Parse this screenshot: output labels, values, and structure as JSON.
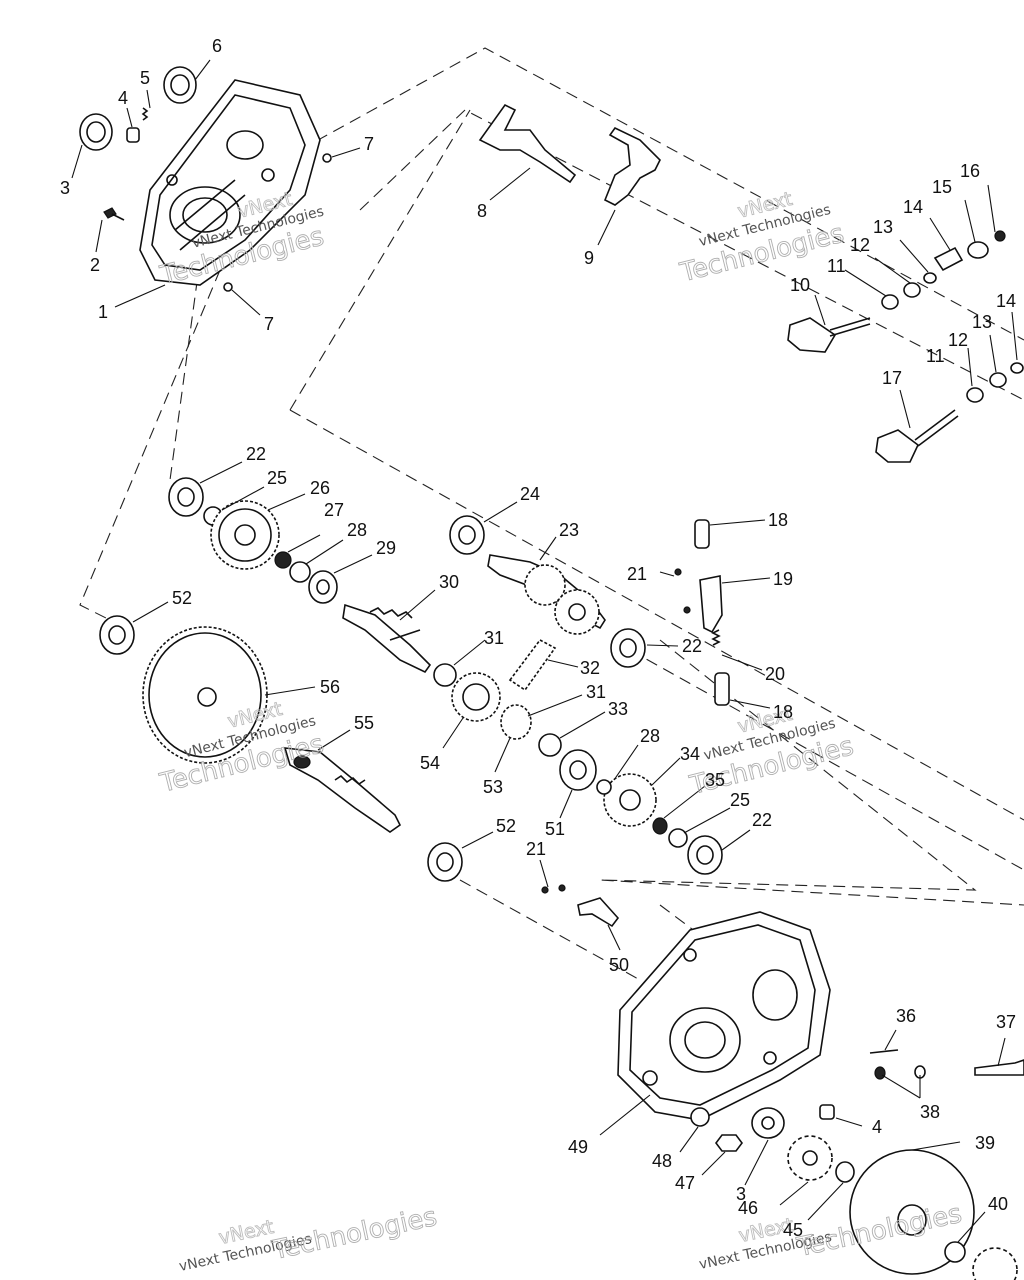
{
  "diagram": {
    "labels": [
      {
        "id": "l6",
        "text": "6"
      },
      {
        "id": "l5",
        "text": "5"
      },
      {
        "id": "l4a",
        "text": "4"
      },
      {
        "id": "l3a",
        "text": "3"
      },
      {
        "id": "l7a",
        "text": "7"
      },
      {
        "id": "l2",
        "text": "2"
      },
      {
        "id": "l1",
        "text": "1"
      },
      {
        "id": "l7b",
        "text": "7"
      },
      {
        "id": "l8",
        "text": "8"
      },
      {
        "id": "l9",
        "text": "9"
      },
      {
        "id": "l16",
        "text": "16"
      },
      {
        "id": "l15",
        "text": "15"
      },
      {
        "id": "l14a",
        "text": "14"
      },
      {
        "id": "l13a",
        "text": "13"
      },
      {
        "id": "l12a",
        "text": "12"
      },
      {
        "id": "l11a",
        "text": "11"
      },
      {
        "id": "l10",
        "text": "10"
      },
      {
        "id": "l14b",
        "text": "14"
      },
      {
        "id": "l13b",
        "text": "13"
      },
      {
        "id": "l12b",
        "text": "12"
      },
      {
        "id": "l11b",
        "text": "11"
      },
      {
        "id": "l17",
        "text": "17"
      },
      {
        "id": "l22a",
        "text": "22"
      },
      {
        "id": "l25a",
        "text": "25"
      },
      {
        "id": "l26",
        "text": "26"
      },
      {
        "id": "l27",
        "text": "27"
      },
      {
        "id": "l28a",
        "text": "28"
      },
      {
        "id": "l29",
        "text": "29"
      },
      {
        "id": "l24",
        "text": "24"
      },
      {
        "id": "l23",
        "text": "23"
      },
      {
        "id": "l18a",
        "text": "18"
      },
      {
        "id": "l21a",
        "text": "21"
      },
      {
        "id": "l19",
        "text": "19"
      },
      {
        "id": "l52a",
        "text": "52"
      },
      {
        "id": "l30",
        "text": "30"
      },
      {
        "id": "l22b",
        "text": "22"
      },
      {
        "id": "l31a",
        "text": "31"
      },
      {
        "id": "l32",
        "text": "32"
      },
      {
        "id": "l20",
        "text": "20"
      },
      {
        "id": "l56",
        "text": "56"
      },
      {
        "id": "l18b",
        "text": "18"
      },
      {
        "id": "l31b",
        "text": "31"
      },
      {
        "id": "l55",
        "text": "55"
      },
      {
        "id": "l33",
        "text": "33"
      },
      {
        "id": "l54",
        "text": "54"
      },
      {
        "id": "l28b",
        "text": "28"
      },
      {
        "id": "l34",
        "text": "34"
      },
      {
        "id": "l53",
        "text": "53"
      },
      {
        "id": "l35",
        "text": "35"
      },
      {
        "id": "l25b",
        "text": "25"
      },
      {
        "id": "l51",
        "text": "51"
      },
      {
        "id": "l22c",
        "text": "22"
      },
      {
        "id": "l52b",
        "text": "52"
      },
      {
        "id": "l21b",
        "text": "21"
      },
      {
        "id": "l50",
        "text": "50"
      },
      {
        "id": "l36",
        "text": "36"
      },
      {
        "id": "l37",
        "text": "37"
      },
      {
        "id": "l38",
        "text": "38"
      },
      {
        "id": "l4b",
        "text": "4"
      },
      {
        "id": "l49",
        "text": "49"
      },
      {
        "id": "l48",
        "text": "48"
      },
      {
        "id": "l47",
        "text": "47"
      },
      {
        "id": "l3b",
        "text": "3"
      },
      {
        "id": "l39",
        "text": "39"
      },
      {
        "id": "l46",
        "text": "46"
      },
      {
        "id": "l40",
        "text": "40"
      },
      {
        "id": "l45",
        "text": "45"
      }
    ],
    "watermark": {
      "line1": "vNext",
      "line2": "vNext Technologies",
      "line3": "Technologies"
    }
  }
}
